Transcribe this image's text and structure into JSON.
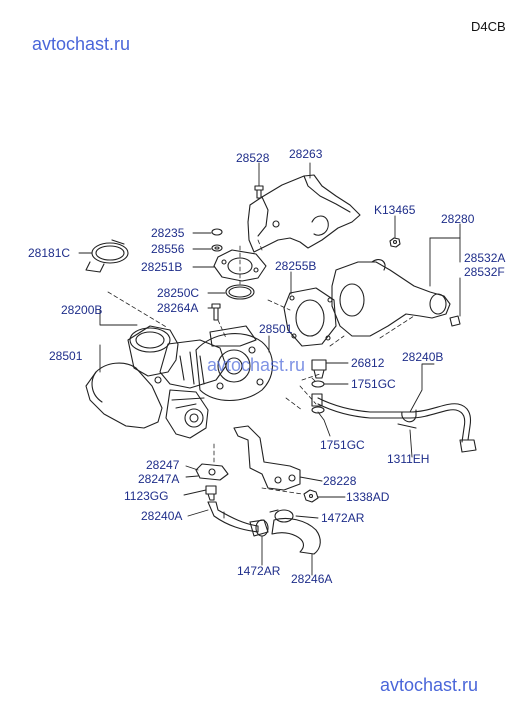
{
  "header": {
    "code": "D4CB"
  },
  "watermark": {
    "site": "avtochast.ru"
  },
  "colors": {
    "label": "#1f2e8a",
    "line": "#222222",
    "watermark": "#4a66d9"
  },
  "labels": {
    "p28528": "28528",
    "p28263": "28263",
    "pK13465": "K13465",
    "p28280": "28280",
    "p28235": "28235",
    "p28556": "28556",
    "p28251B": "28251B",
    "p28181C": "28181C",
    "p28255B": "28255B",
    "p28532A": "28532A",
    "p28532F": "28532F",
    "p28250C": "28250C",
    "p28264A": "28264A",
    "p28200B": "28200B",
    "p28501a": "28501",
    "p28501b": "28501",
    "p26812": "26812",
    "p28240B": "28240B",
    "p1751GCa": "1751GC",
    "p1751GCb": "1751GC",
    "p1311EH": "1311EH",
    "p28247": "28247",
    "p28247A": "28247A",
    "p28228": "28228",
    "p1123GG": "1123GG",
    "p1338AD": "1338AD",
    "p28240A": "28240A",
    "p1472ARa": "1472AR",
    "p1472ARb": "1472AR",
    "p28246A": "28246A"
  }
}
